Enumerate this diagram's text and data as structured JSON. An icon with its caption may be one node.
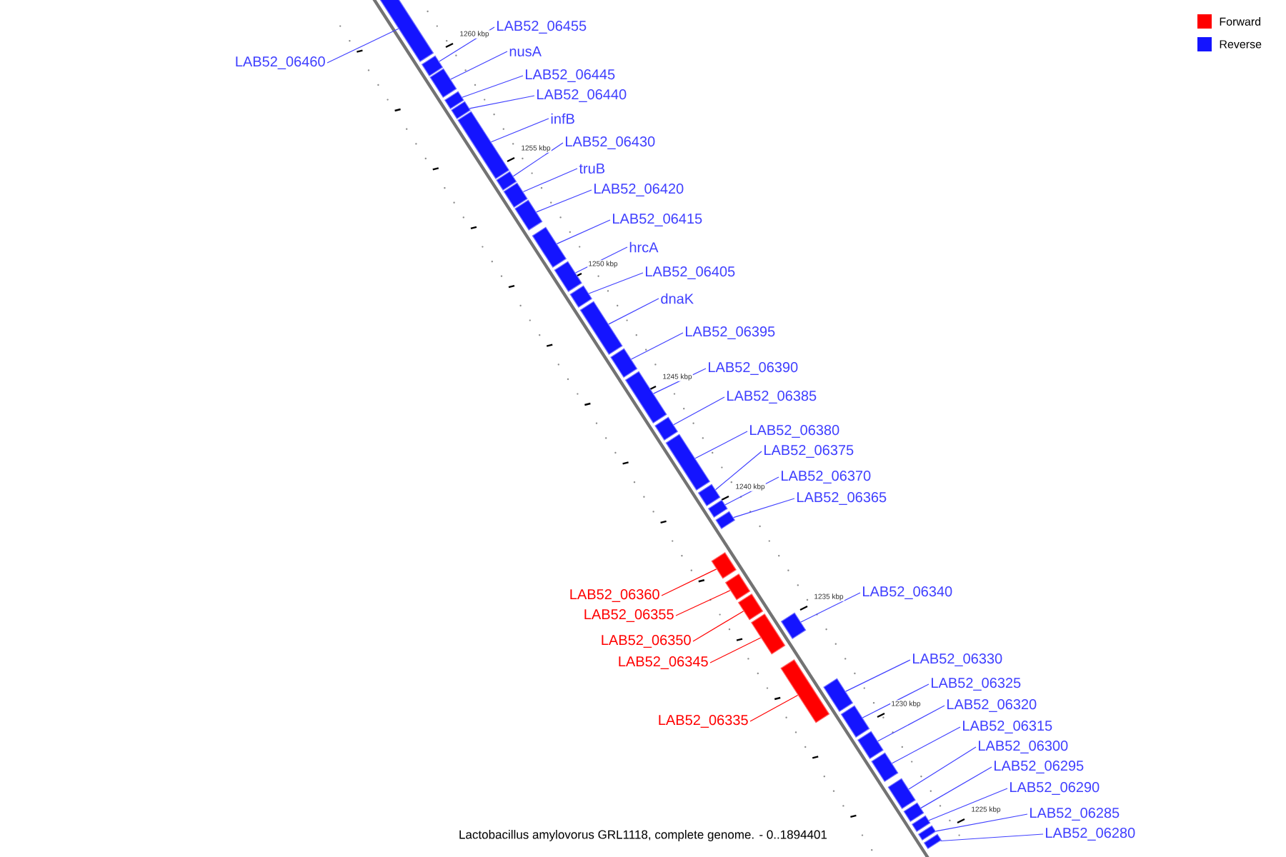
{
  "diagram": {
    "caption": "Lactobacillus amylovorus GRL1118, complete genome. - 0..1894401",
    "nodes": [
      {
        "text": [
          "LAB52_06460"
        ]
      },
      {
        "text": [],
        "shape": "box"
      },
      {
        "text": [
          "LAB52_06455"
        ]
      },
      {
        "text": [],
        "shape": "box"
      },
      {
        "text": [
          "nusA"
        ]
      },
      {
        "text": [],
        "shape": "box"
      },
      {
        "text": [
          "LAB52_06445"
        ]
      },
      {
        "text": [],
        "shape": "box"
      },
      {
        "text": [
          "LAB52_06440"
        ]
      },
      {
        "text": [],
        "shape": "box"
      },
      {
        "text": [
          "infB"
        ]
      },
      {
        "text": [],
        "shape": "box"
      },
      {
        "text": [
          "LAB52_06430"
        ]
      },
      {
        "text": [],
        "shape": "box"
      },
      {
        "text": [
          "truB"
        ]
      },
      {
        "text": [],
        "shape": "box"
      },
      {
        "text": [
          "LAB52_06420"
        ]
      },
      {
        "text": [],
        "shape": "box"
      },
      {
        "text": [
          "LAB52_06415"
        ]
      },
      {
        "text": [],
        "shape": "box"
      },
      {
        "text": [
          "hrcA"
        ]
      },
      {
        "text": [],
        "shape": "box"
      },
      {
        "text": [
          "LAB52_06405"
        ]
      },
      {
        "text": [],
        "shape": "box"
      },
      {
        "text": [
          "dnaK"
        ]
      },
      {
        "text": [],
        "shape": "box"
      },
      {
        "text": [
          "LAB52_06395"
        ]
      },
      {
        "text": [],
        "shape": "box"
      },
      {
        "text": [
          "LAB52_06390"
        ]
      },
      {
        "text": [],
        "shape": "box"
      },
      {
        "text": [
          "LAB52_06385"
        ]
      },
      {
        "text": [],
        "shape": "box"
      },
      {
        "text": [
          "LAB52_06380"
        ]
      },
      {
        "text": [],
        "shape": "box"
      },
      {
        "text": [
          "LAB52_06375"
        ]
      },
      {
        "text": [],
        "shape": "box"
      },
      {
        "text": [
          "LAB52_06370"
        ]
      },
      {
        "text": [],
        "shape": "box"
      },
      {
        "text": [
          "LAB52_06365"
        ]
      },
      {
        "text": [],
        "shape": "box"
      },
      {
        "text": [
          "LAB52_06360"
        ]
      },
      {
        "text": [],
        "shape": "box"
      },
      {
        "text": [
          "LAB52_06355"
        ]
      },
      {
        "text": [],
        "shape": "box"
      },
      {
        "text": [
          "LAB52_06350"
        ]
      },
      {
        "text": [],
        "shape": "box"
      },
      {
        "text": [
          "LAB52_06345"
        ]
      },
      {
        "text": [],
        "shape": "box"
      },
      {
        "text": [
          "LAB52_06340"
        ]
      },
      {
        "text": [],
        "shape": "box"
      },
      {
        "text": [
          "LAB52_06335"
        ]
      },
      {
        "text": [],
        "shape": "box"
      },
      {
        "text": [
          "LAB52_06330"
        ]
      },
      {
        "text": [],
        "shape": "box"
      },
      {
        "text": [
          "LAB52_06325"
        ]
      },
      {
        "text": [],
        "shape": "box"
      },
      {
        "text": [
          "LAB52_06320"
        ]
      },
      {
        "text": [],
        "shape": "box"
      },
      {
        "text": [
          "LAB52_06315"
        ]
      },
      {
        "text": [],
        "shape": "box"
      },
      {
        "text": [
          "LAB52_06300"
        ]
      },
      {
        "text": [],
        "shape": "box"
      },
      {
        "text": [
          "LAB52_06295"
        ]
      },
      {
        "text": [],
        "shape": "box"
      },
      {
        "text": [
          "LAB52_06290"
        ]
      },
      {
        "text": [],
        "shape": "box"
      },
      {
        "text": [
          "LAB52_06285"
        ]
      },
      {
        "text": [],
        "shape": "box"
      },
      {
        "text": [
          "LAB52_06280"
        ]
      },
      {
        "text": [],
        "shape": "box"
      }
    ],
    "edges": [
      {
        "from": 0,
        "to": 1,
        "arrow": "none"
      },
      {
        "from": 2,
        "to": 3,
        "arrow": "none"
      },
      {
        "from": 4,
        "to": 5,
        "arrow": "none"
      },
      {
        "from": 6,
        "to": 7,
        "arrow": "none"
      },
      {
        "from": 8,
        "to": 9,
        "arrow": "none"
      },
      {
        "from": 10,
        "to": 11,
        "arrow": "none"
      },
      {
        "from": 12,
        "to": 13,
        "arrow": "none"
      },
      {
        "from": 14,
        "to": 15,
        "arrow": "none"
      },
      {
        "from": 16,
        "to": 17,
        "arrow": "none"
      },
      {
        "from": 18,
        "to": 19,
        "arrow": "none"
      },
      {
        "from": 20,
        "to": 21,
        "arrow": "none"
      },
      {
        "from": 22,
        "to": 23,
        "arrow": "none"
      },
      {
        "from": 24,
        "to": 25,
        "arrow": "none"
      },
      {
        "from": 26,
        "to": 27,
        "arrow": "none"
      },
      {
        "from": 28,
        "to": 29,
        "arrow": "none"
      },
      {
        "from": 30,
        "to": 31,
        "arrow": "none"
      },
      {
        "from": 32,
        "to": 33,
        "arrow": "none"
      },
      {
        "from": 34,
        "to": 35,
        "arrow": "none"
      },
      {
        "from": 36,
        "to": 37,
        "arrow": "none"
      },
      {
        "from": 38,
        "to": 39,
        "arrow": "none"
      },
      {
        "from": 40,
        "to": 41,
        "arrow": "none",
        "color": "#ff0000"
      },
      {
        "from": 42,
        "to": 43,
        "arrow": "none",
        "color": "#ff0000"
      },
      {
        "from": 44,
        "to": 45,
        "arrow": "none",
        "color": "#ff0000"
      },
      {
        "from": 46,
        "to": 47,
        "arrow": "none",
        "color": "#ff0000"
      },
      {
        "from": 48,
        "to": 49,
        "arrow": "none"
      },
      {
        "from": 50,
        "to": 51,
        "arrow": "none",
        "color": "#ff0000"
      },
      {
        "from": 52,
        "to": 53,
        "arrow": "none"
      },
      {
        "from": 54,
        "to": 55,
        "arrow": "none"
      },
      {
        "from": 56,
        "to": 57,
        "arrow": "none"
      },
      {
        "from": 58,
        "to": 59,
        "arrow": "none"
      },
      {
        "from": 60,
        "to": 61,
        "arrow": "none"
      },
      {
        "from": 62,
        "to": 63,
        "arrow": "none"
      },
      {
        "from": 64,
        "to": 65,
        "arrow": "none"
      },
      {
        "from": 66,
        "to": 67,
        "arrow": "none"
      },
      {
        "from": 68,
        "to": 69,
        "arrow": "none"
      }
    ],
    "labels": [
      "1260 kbp",
      "1255 kbp",
      "1250 kbp",
      "1245 kbp",
      "1240 kbp",
      "1235 kbp",
      "1230 kbp",
      "1225 kbp"
    ],
    "legend": [
      {
        "text": "Forward",
        "color": "#ff0000"
      },
      {
        "text": "Reverse",
        "color": "#1414ff"
      }
    ]
  }
}
